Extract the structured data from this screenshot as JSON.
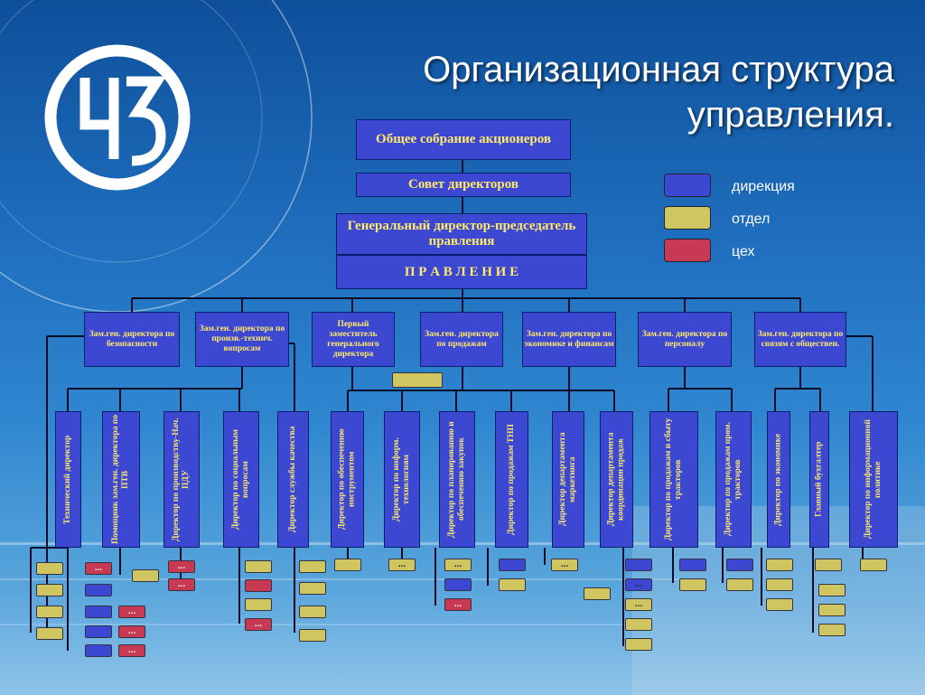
{
  "title_line1": "Организационная структура",
  "title_line2": "управления.",
  "logo": {
    "icon": "chz-logo-icon",
    "text": "ЧЗ"
  },
  "top_boxes": {
    "assembly": "Общее собрание акционеров",
    "board": "Совет директоров",
    "ceo": "Генеральный директор-председатель правления",
    "management": "П Р А В Л Е Н И Е"
  },
  "legend": [
    {
      "label": "дирекция",
      "color": "#3c48d2"
    },
    {
      "label": "отдел",
      "color": "#cfc561"
    },
    {
      "label": "цех",
      "color": "#c83a54"
    }
  ],
  "deputies": [
    "Зам.ген. директора по безопасности",
    "Зам.ген. директора по произв.-технич. вопросам",
    "Первый заместитель генерального директора",
    "Зам.ген. директора по продажам",
    "Зам.ген. директора по экономике и финансам",
    "Зам.ген. директора по персоналу",
    "Зам.ген. директора по связям с обществен."
  ],
  "directors": [
    "Технический директор",
    "Помощник зам.ген. директора по ПТВ",
    "Директор по производству-Нач. ПДУ",
    "Директор по социальным вопросам",
    "Директор службы качества",
    "Директор по обеспечению инструментом",
    "Директор по информ. технологиям",
    "Директор по планированию и обеспечению закупок",
    "Директор по продажам ТНП",
    "Директор департамента маркетинга",
    "Директор департамента координации продаж",
    "Директор по продажам и сбыту тракторов",
    "Директор по продажам пром. тракторов",
    "Директор по экономике",
    "Главный бухгалтер",
    "Директор по информационной политике"
  ],
  "ellipsis": "..."
}
